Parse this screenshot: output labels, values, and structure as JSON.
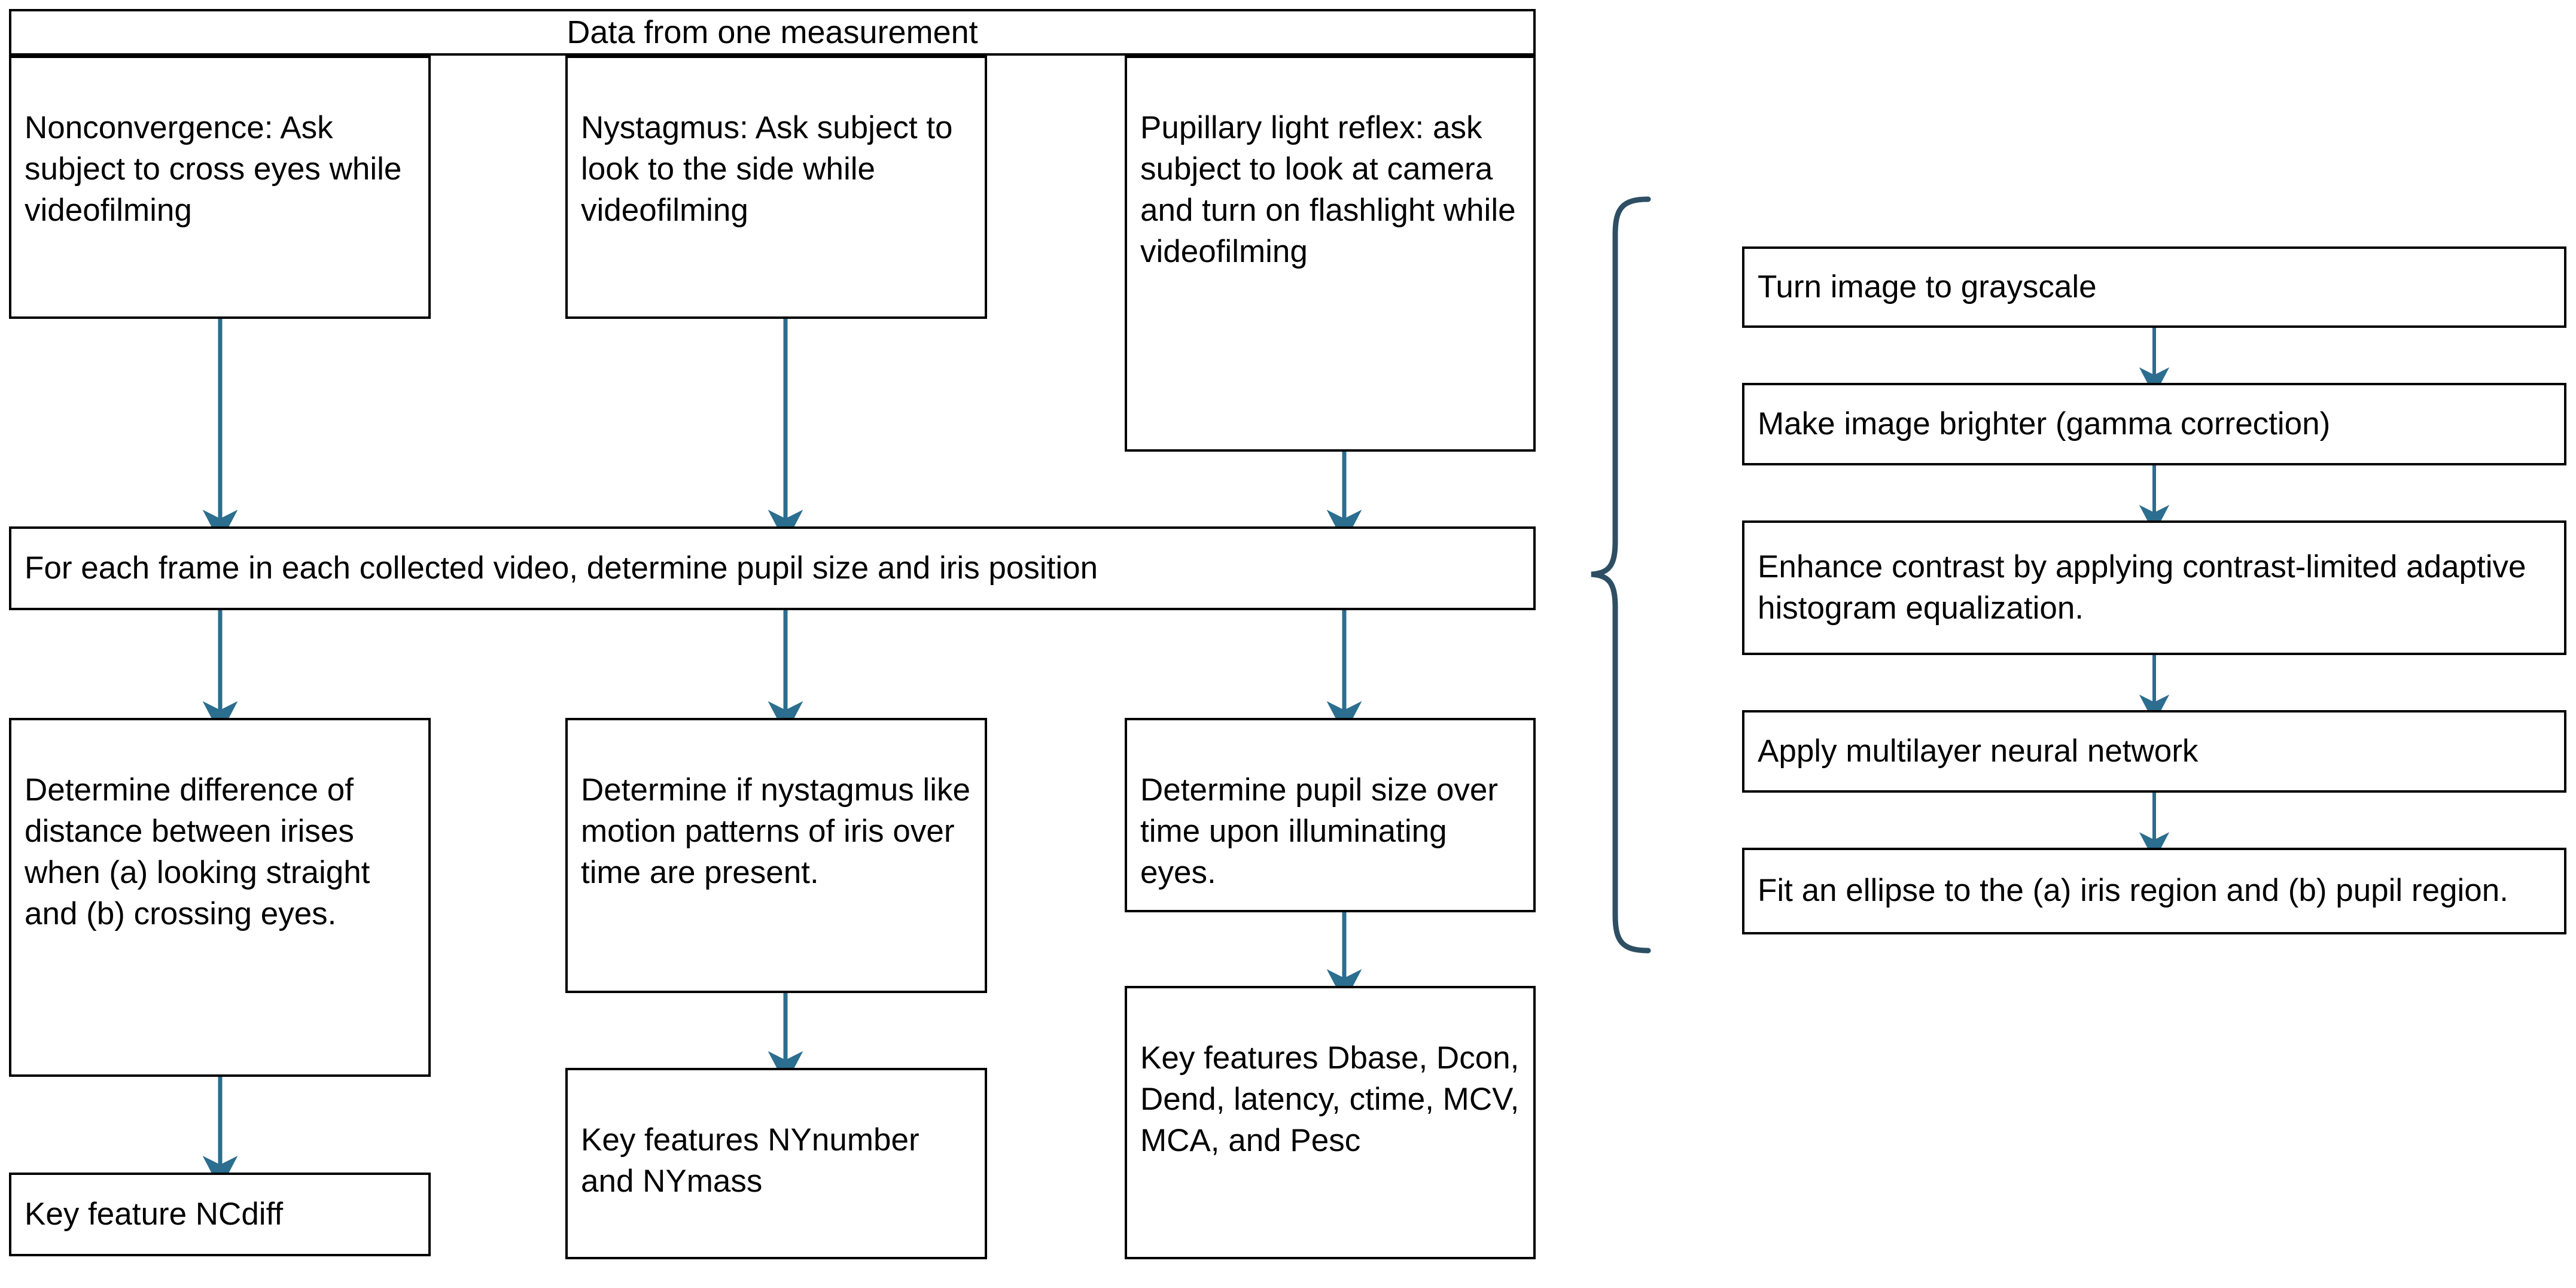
{
  "diagram": {
    "title": "Eye measurement processing flowchart",
    "accent_color": "#2B6E8F",
    "brace_color": "#2E4F63",
    "border_color": "#000000",
    "background": "#ffffff"
  },
  "nodes": {
    "root": "Data from one measurement",
    "task_nonconvergence": "Nonconvergence: Ask subject to cross eyes while videofilming",
    "task_nystagmus": "Nystagmus: Ask subject to look to the side while videofilming",
    "task_plr": "Pupillary light reflex: ask subject to look at camera and turn on flashlight while videofilming",
    "frame_analysis": "For each frame in each collected video, determine pupil size and iris position",
    "analysis_nonconvergence": "Determine difference of distance between irises when (a) looking straight and (b) crossing eyes.",
    "analysis_nystagmus": "Determine if nystagmus like motion patterns of iris over time are present.",
    "analysis_plr": "Determine pupil size over time upon illuminating eyes.",
    "feature_nonconvergence": "Key feature NCdiff",
    "feature_nystagmus": "Key features NYnumber and NYmass",
    "feature_plr": "Key features Dbase, Dcon, Dend, latency, ctime, MCV, MCA, and Pesc"
  },
  "pipeline": {
    "step_grayscale": "Turn image to grayscale",
    "step_gamma": "Make image brighter (gamma correction)",
    "step_clahe": "Enhance contrast by applying contrast-limited adaptive histogram equalization.",
    "step_nn": "Apply multilayer neural network",
    "step_ellipse": "Fit an ellipse to the (a) iris region and (b) pupil region."
  }
}
